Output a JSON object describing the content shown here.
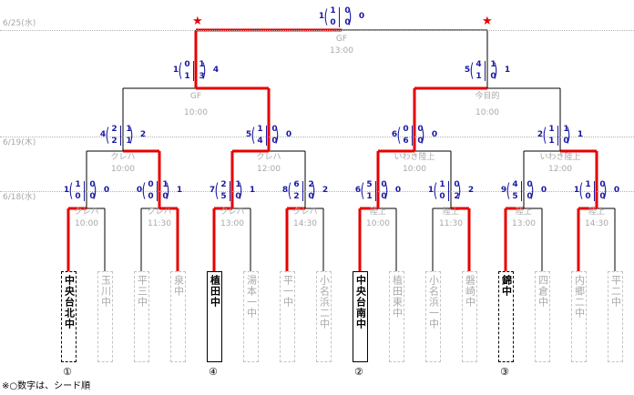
{
  "dates": [
    "6/25(水)",
    "6/19(木)",
    "6/18(水)"
  ],
  "note": "※○数字は、シード順",
  "colors": {
    "win_line": "#e60000",
    "line": "#000000",
    "score": "#1a1aa0",
    "muted": "#a8a8a8"
  },
  "teams": [
    {
      "name": "中央台北中",
      "style": "seed",
      "seed": "①"
    },
    {
      "name": "玉川中",
      "style": "plain"
    },
    {
      "name": "平三中",
      "style": "plain"
    },
    {
      "name": "泉中",
      "style": "plain"
    },
    {
      "name": "植田中",
      "style": "win",
      "seed": "④"
    },
    {
      "name": "湯本一中",
      "style": "plain"
    },
    {
      "name": "平一中",
      "style": "plain"
    },
    {
      "name": "小名浜二中",
      "style": "plain"
    },
    {
      "name": "中央台南中",
      "style": "win",
      "seed": "②"
    },
    {
      "name": "植田東中",
      "style": "plain"
    },
    {
      "name": "小名浜一中",
      "style": "plain"
    },
    {
      "name": "磐崎中",
      "style": "plain"
    },
    {
      "name": "錦中",
      "style": "seed",
      "seed": "③"
    },
    {
      "name": "四倉中",
      "style": "plain"
    },
    {
      "name": "内郷二中",
      "style": "plain"
    },
    {
      "name": "平二中",
      "style": "plain"
    }
  ],
  "round1": [
    {
      "venue": "クレハ",
      "time": "10:00",
      "score": {
        "left": "1",
        "right": "0",
        "g": [
          [
            "1",
            "0"
          ],
          [
            "0",
            "0"
          ]
        ]
      }
    },
    {
      "venue": "クレハ",
      "time": "11:30",
      "score": {
        "left": "0",
        "right": "1",
        "g": [
          [
            "0",
            "1"
          ],
          [
            "0",
            "0"
          ]
        ]
      }
    },
    {
      "venue": "クレハ",
      "time": "13:00",
      "score": {
        "left": "7",
        "right": "1",
        "g": [
          [
            "2",
            "1"
          ],
          [
            "5",
            "0"
          ]
        ]
      }
    },
    {
      "venue": "クレハ",
      "time": "14:30",
      "score": {
        "left": "8",
        "right": "2",
        "g": [
          [
            "6",
            "2"
          ],
          [
            "2",
            "0"
          ]
        ]
      }
    },
    {
      "venue": "陸上",
      "time": "10:00",
      "score": {
        "left": "6",
        "right": "0",
        "g": [
          [
            "5",
            "0"
          ],
          [
            "1",
            "0"
          ]
        ]
      }
    },
    {
      "venue": "陸上",
      "time": "11:30",
      "score": {
        "left": "1",
        "right": "2",
        "g": [
          [
            "1",
            "0"
          ],
          [
            "0",
            "2"
          ]
        ]
      }
    },
    {
      "venue": "陸上",
      "time": "13:00",
      "score": {
        "left": "9",
        "right": "0",
        "g": [
          [
            "4",
            "0"
          ],
          [
            "5",
            "0"
          ]
        ]
      }
    },
    {
      "venue": "陸上",
      "time": "14:30",
      "score": {
        "left": "1",
        "right": "0",
        "g": [
          [
            "1",
            "0"
          ],
          [
            "0",
            "0"
          ]
        ]
      }
    }
  ],
  "round2": [
    {
      "venue": "クレハ",
      "time": "10:00",
      "score": {
        "left": "4",
        "right": "2",
        "g": [
          [
            "2",
            "1"
          ],
          [
            "2",
            "1"
          ]
        ]
      }
    },
    {
      "venue": "クレハ",
      "time": "12:00",
      "score": {
        "left": "5",
        "right": "0",
        "g": [
          [
            "1",
            "0"
          ],
          [
            "4",
            "0"
          ]
        ]
      }
    },
    {
      "venue": "いわき陸上",
      "time": "10:00",
      "score": {
        "left": "6",
        "right": "0",
        "g": [
          [
            "0",
            "0"
          ],
          [
            "6",
            "0"
          ]
        ]
      }
    },
    {
      "venue": "いわき陸上",
      "time": "12:00",
      "score": {
        "left": "2",
        "right": "1",
        "g": [
          [
            "1",
            "1"
          ],
          [
            "1",
            "0"
          ]
        ]
      }
    }
  ],
  "semis": [
    {
      "venue": "GF",
      "time": "10:00",
      "score": {
        "left": "1",
        "right": "4",
        "g": [
          [
            "0",
            "1"
          ],
          [
            "1",
            "3"
          ]
        ]
      }
    },
    {
      "venue": "今目的",
      "time": "10:00",
      "score": {
        "left": "5",
        "right": "1",
        "g": [
          [
            "4",
            "1"
          ],
          [
            "1",
            "0"
          ]
        ]
      }
    }
  ],
  "final": {
    "venue": "GF",
    "time": "13:00",
    "score": {
      "left": "1",
      "right": "0",
      "g": [
        [
          "1",
          "0"
        ],
        [
          "0",
          "0"
        ]
      ]
    }
  }
}
